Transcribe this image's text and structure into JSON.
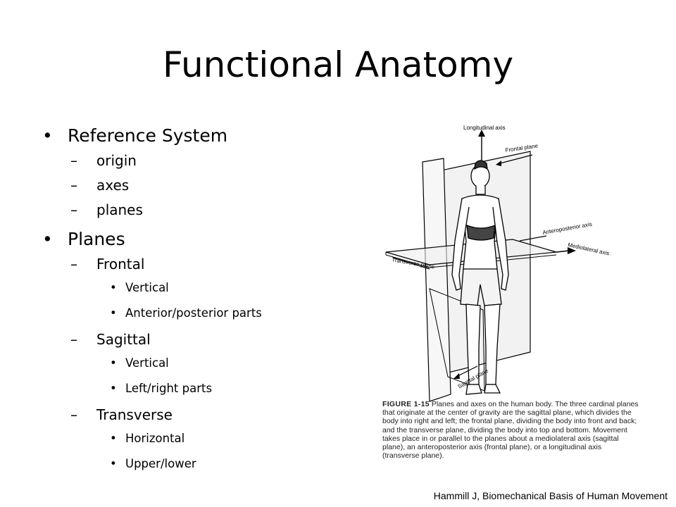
{
  "slide": {
    "title": "Functional Anatomy",
    "bullets": [
      {
        "text": "Reference System",
        "children": [
          {
            "text": "origin"
          },
          {
            "text": "axes"
          },
          {
            "text": "planes"
          }
        ]
      },
      {
        "text": "Planes",
        "children": [
          {
            "text": "Frontal",
            "children": [
              {
                "text": "Vertical"
              },
              {
                "text": "Anterior/posterior parts"
              }
            ]
          },
          {
            "text": "Sagittal",
            "children": [
              {
                "text": "Vertical"
              },
              {
                "text": "Left/right parts"
              }
            ]
          },
          {
            "text": "Transverse",
            "children": [
              {
                "text": "Horizontal"
              },
              {
                "text": "Upper/lower"
              }
            ]
          }
        ]
      }
    ]
  },
  "figure": {
    "labels": {
      "longitudinal": "Longitudinal axis",
      "frontal": "Frontal plane",
      "anteroposterior": "Anteroposterior axis",
      "mediolateral": "Mediolateral axis",
      "transverse": "Transverse plane",
      "sagittal": "Sagittal plane"
    },
    "caption_label": "FIGURE 1-15",
    "caption_text": "Planes and axes on the human body. The three cardinal planes that originate at the center of gravity are the sagittal plane, which divides the body into right and left; the frontal plane, dividing the body into front and back; and the transverse plane, dividing the body into top and bottom. Movement takes place in or parallel to the planes about a mediolateral axis (sagittal plane), an anteroposterior axis (frontal plane), or a longitudinal axis (transverse plane)."
  },
  "credit": "Hammill J, Biomechanical Basis of Human Movement"
}
